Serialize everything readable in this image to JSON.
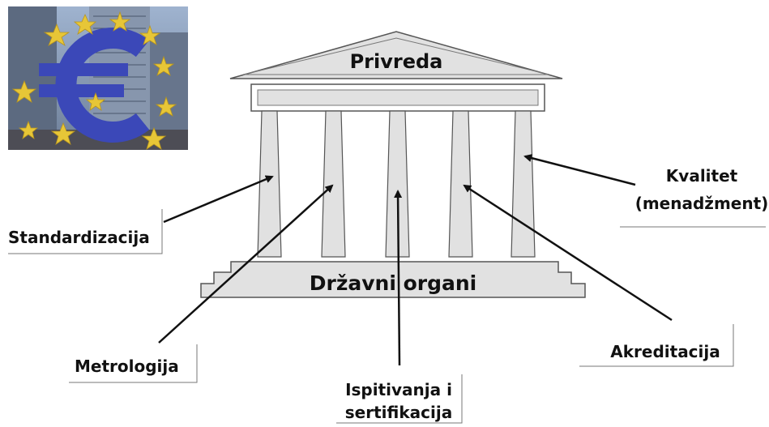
{
  "diagram": {
    "roof_label": "Privreda",
    "base_label": "Državni organi",
    "pillars": [
      {
        "label": "Standardizacija"
      },
      {
        "label": "Metrologija"
      },
      {
        "label": "Ispitivanja i"
      },
      {
        "label": "Akreditacija"
      },
      {
        "label": "Kvalitet"
      }
    ],
    "label_extra": {
      "ispitivanja_line2": "sertifikacija",
      "kvalitet_line2": "(menadžment)"
    },
    "photo": {
      "subject": "euro-sign-sculpture",
      "colors": {
        "sky": "#7f95b5",
        "euro": "#3b48b8",
        "star": "#e7c637"
      }
    },
    "colors": {
      "temple_fill": "#e1e1e1",
      "temple_stroke": "#555555",
      "text": "#111111"
    }
  }
}
